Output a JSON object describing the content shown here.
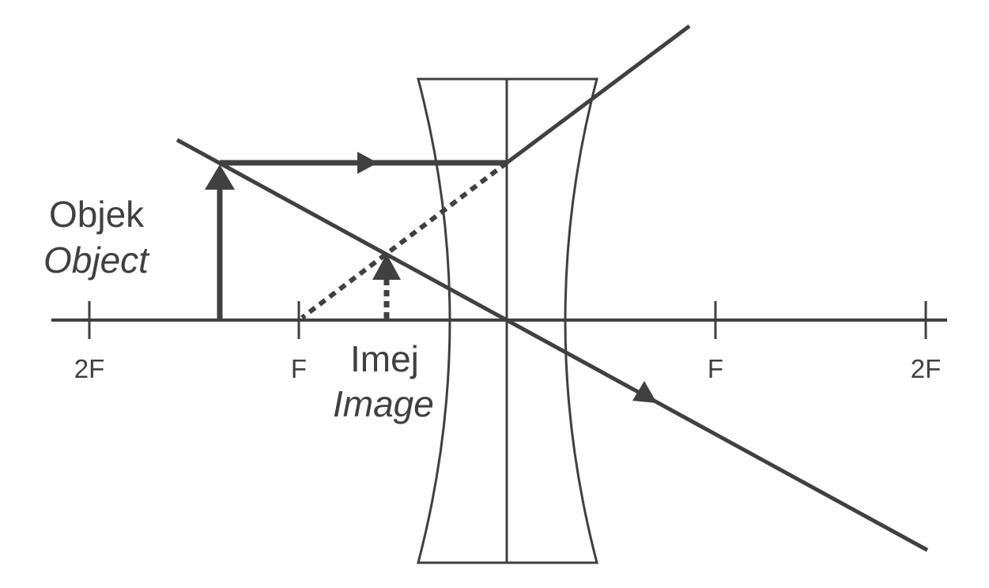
{
  "colors": {
    "ink": "#404040",
    "background": "#ffffff"
  },
  "labels": {
    "object_malay": "Objek",
    "object_english": "Object",
    "image_malay": "Imej",
    "image_english": "Image"
  },
  "axis_ticks": [
    {
      "label": "2F"
    },
    {
      "label": "F"
    },
    {
      "label": "F"
    },
    {
      "label": "2F"
    }
  ],
  "lens": {
    "type": "concave (diverging) lens"
  }
}
